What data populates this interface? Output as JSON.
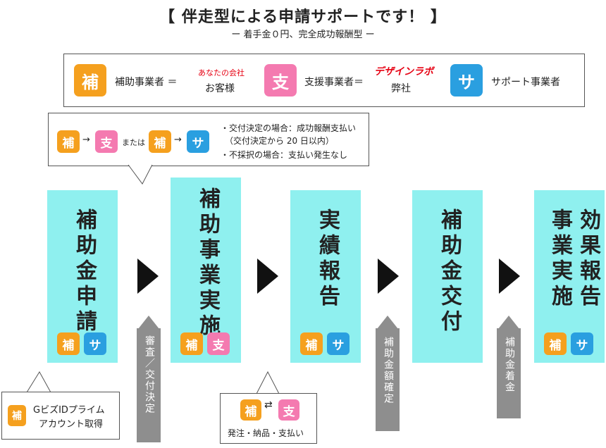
{
  "header": {
    "title": "【 伴走型による申請サポートです！ 】",
    "subtitle": "ー 着手金０円、完全成功報酬型 ー"
  },
  "legend": {
    "hojo_badge": "補",
    "hojo_label": "補助事業者 ＝",
    "client_red": "あなたの会社",
    "client": "お客様",
    "shien_badge": "支",
    "shien_label": "支援事業者＝",
    "company_logo": "デザインラボ",
    "company": "弊社",
    "support_badge": "サ",
    "support_label": "サポート事業者"
  },
  "top_callout": {
    "b1": "補",
    "b2": "支",
    "or": "または",
    "b3": "補",
    "b4": "サ",
    "line1": "・交付決定の場合：成功報酬支払い",
    "line2": "（交付決定から 20 日以内）",
    "line3": "・不採択の場合：支払い発生なし"
  },
  "steps": [
    {
      "label": "補助金申請",
      "b1": "補",
      "b2": "サ"
    },
    {
      "label": "補助事業実施",
      "b1": "補",
      "b2": "支"
    },
    {
      "label": "実績報告",
      "b1": "補",
      "b2": "サ"
    },
    {
      "label": "補助金交付"
    },
    {
      "label1": "効果報告",
      "label2": "事業実施",
      "b1": "補",
      "b2": "サ"
    }
  ],
  "gray_labels": {
    "g1": "審査／交付決定",
    "g2": "補助金額確定",
    "g3": "補助金着金"
  },
  "bottom_left": {
    "badge": "補",
    "line1": "GビズIDプライム",
    "line2": "アカウント取得"
  },
  "bottom_mid": {
    "b1": "補",
    "b2": "支",
    "text": "発注・納品・支払い"
  },
  "colors": {
    "hojo": "#f5a01e",
    "shien": "#f47ab0",
    "support": "#2a9fe0",
    "step": "#8ff0ef",
    "gray": "#8e8e8e"
  }
}
